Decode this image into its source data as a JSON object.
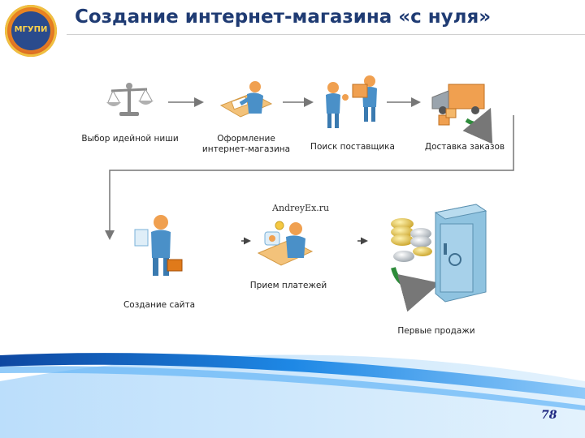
{
  "header": {
    "title": "Создание интернет-магазина «с нуля»",
    "logo_text": "МГУПИ"
  },
  "steps": [
    {
      "label": "Выбор идейной ниши",
      "icon": "scales-icon"
    },
    {
      "label": "Оформление интернет-магазина",
      "icon": "designer-at-desk-icon"
    },
    {
      "label": "Поиск поставщика",
      "icon": "supplier-with-box-icon"
    },
    {
      "label": "Доставка заказов",
      "icon": "delivery-truck-icon"
    },
    {
      "label": "Создание сайта",
      "icon": "person-with-briefcase-icon"
    },
    {
      "label": "Прием платежей",
      "icon": "cashier-at-desk-icon"
    },
    {
      "label": "Первые продажи",
      "icon": "coins-to-safe-icon"
    }
  ],
  "watermark": "AndreyEx.ru",
  "page_number": "78",
  "colors": {
    "title": "#1f3b73",
    "figure_blue": "#4a90c8",
    "figure_orange": "#f0a050",
    "arrow_gray": "#777777",
    "swoosh_blue": "#1565c0",
    "safe_blue": "#8fc3e0",
    "green_arrow": "#2e8b3a"
  }
}
